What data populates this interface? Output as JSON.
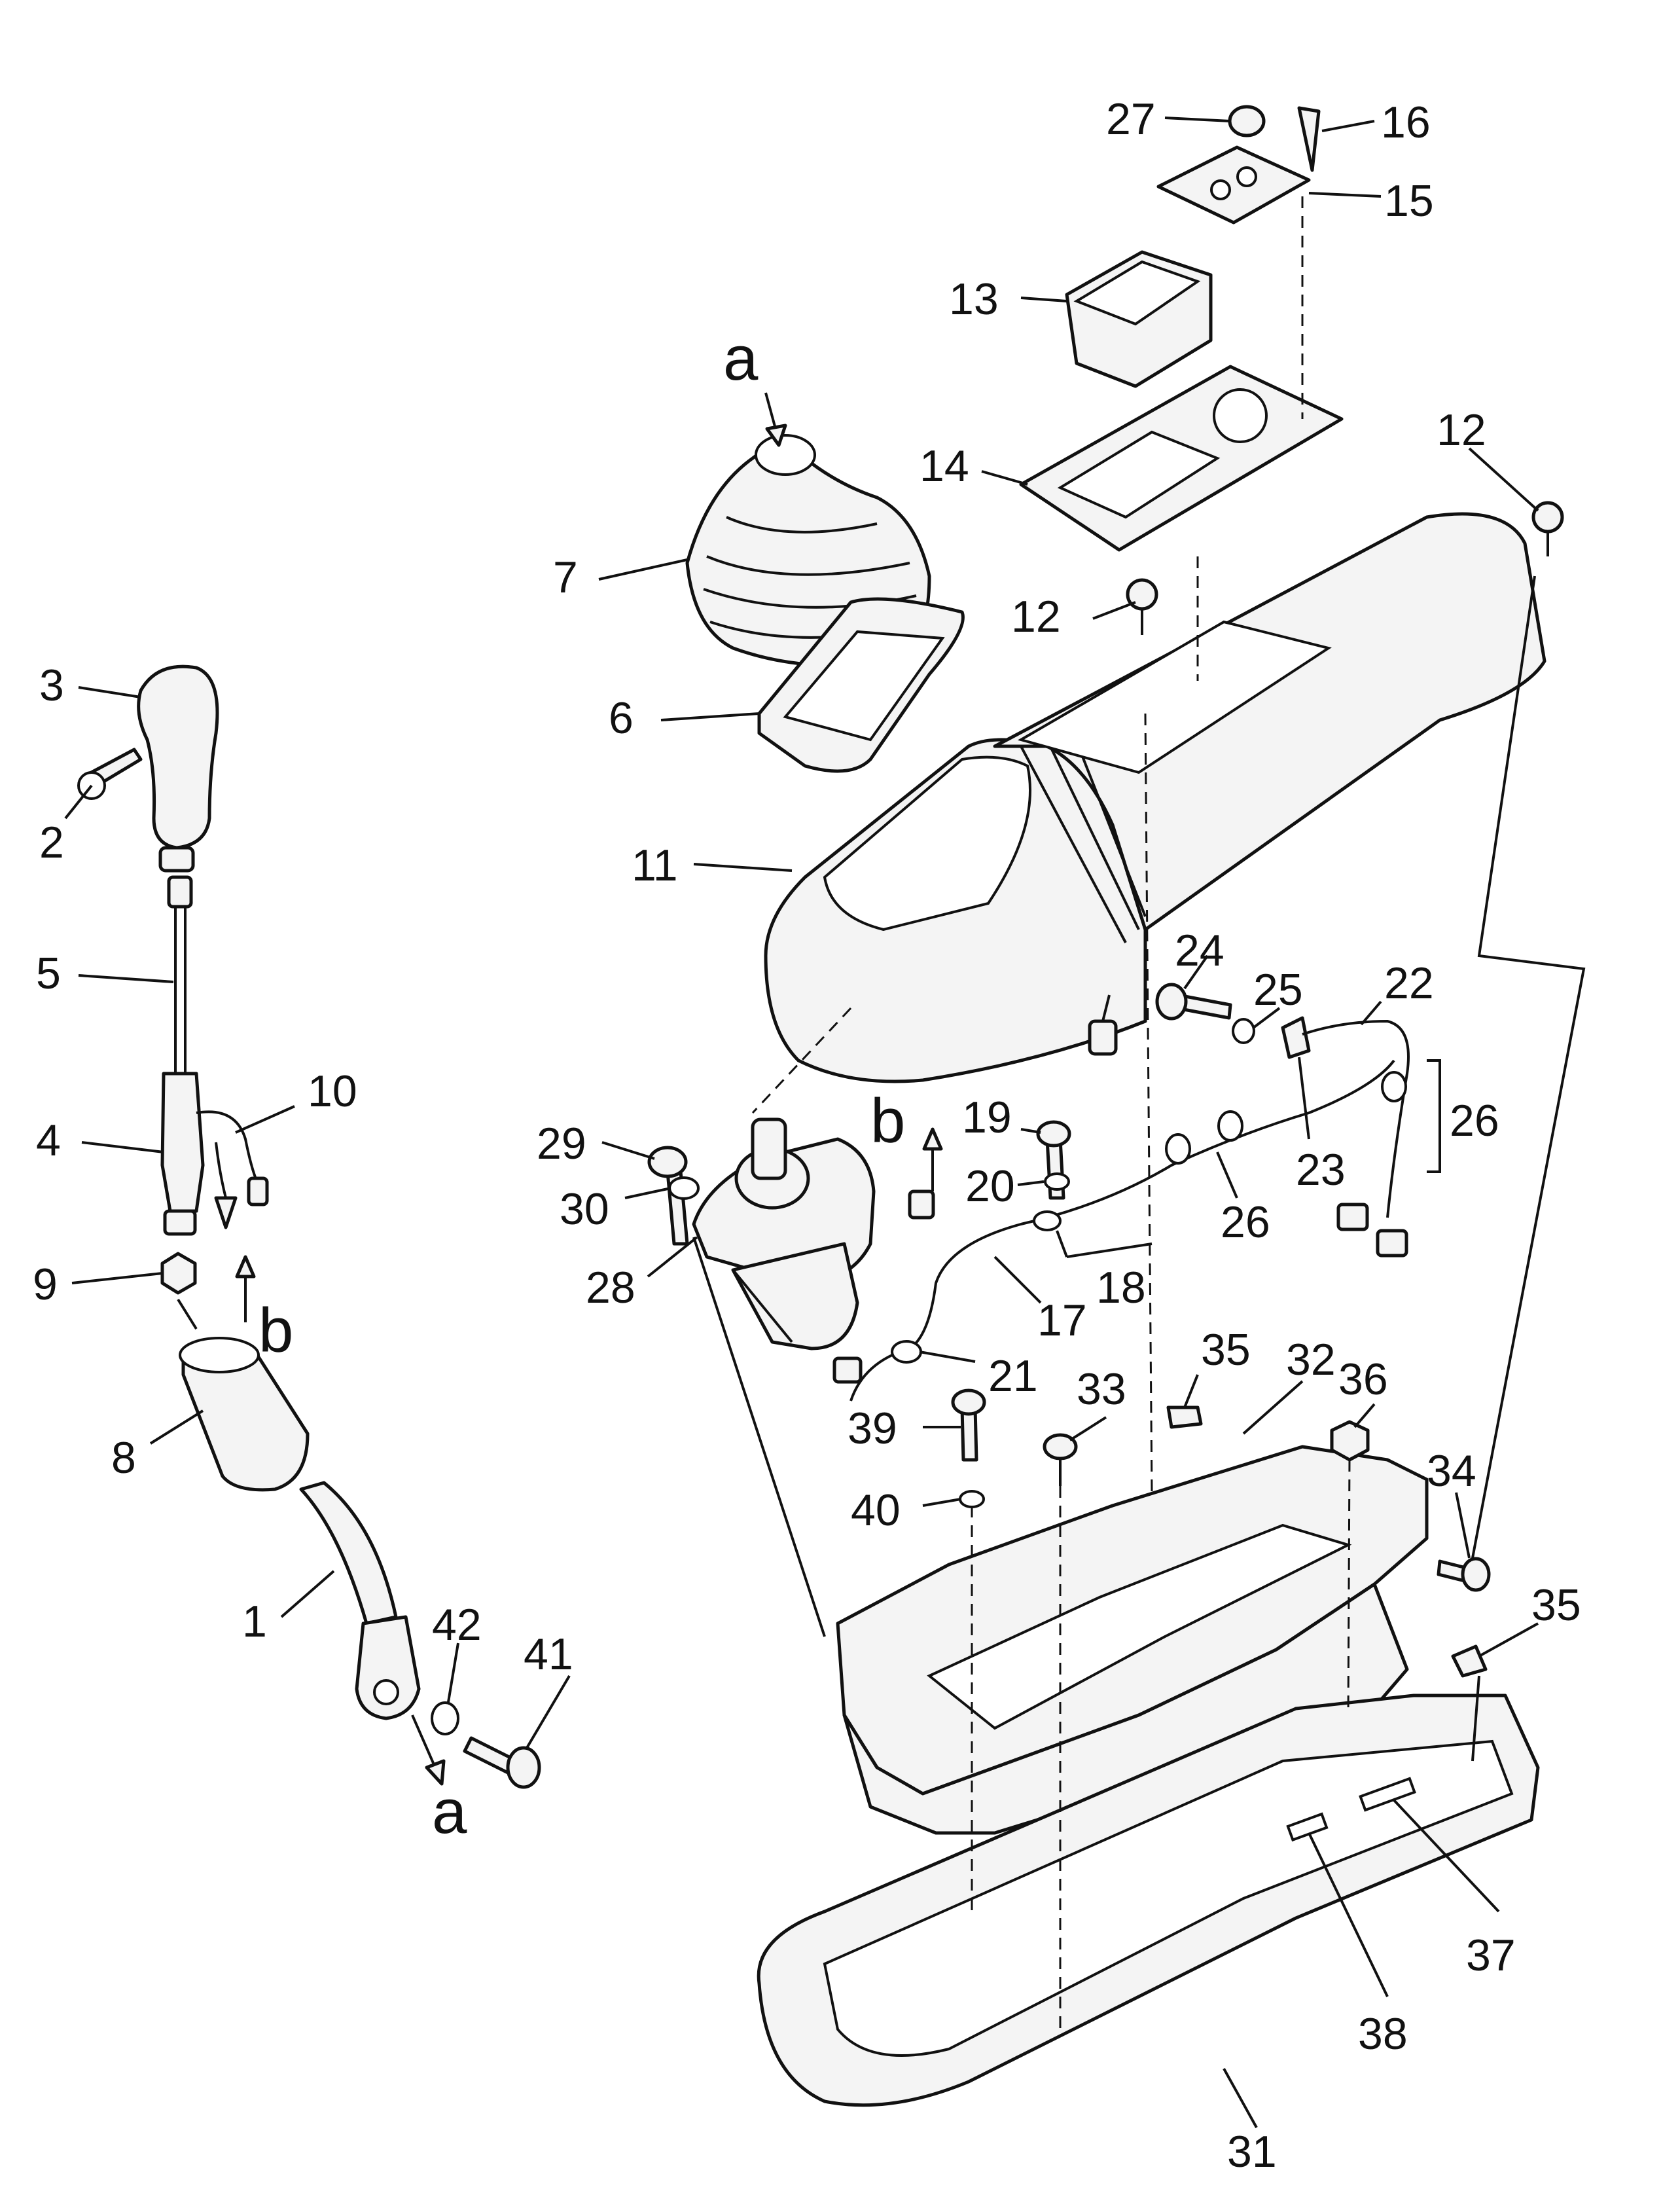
{
  "callouts": [
    {
      "id": "c1",
      "text": "1"
    },
    {
      "id": "c2",
      "text": "2"
    },
    {
      "id": "c3",
      "text": "3"
    },
    {
      "id": "c4",
      "text": "4"
    },
    {
      "id": "c5",
      "text": "5"
    },
    {
      "id": "c6",
      "text": "6"
    },
    {
      "id": "c7",
      "text": "7"
    },
    {
      "id": "c8",
      "text": "8"
    },
    {
      "id": "c9",
      "text": "9"
    },
    {
      "id": "c10",
      "text": "10"
    },
    {
      "id": "c11",
      "text": "11"
    },
    {
      "id": "c12a",
      "text": "12"
    },
    {
      "id": "c12b",
      "text": "12"
    },
    {
      "id": "c13",
      "text": "13"
    },
    {
      "id": "c14",
      "text": "14"
    },
    {
      "id": "c15",
      "text": "15"
    },
    {
      "id": "c16",
      "text": "16"
    },
    {
      "id": "c17",
      "text": "17"
    },
    {
      "id": "c18",
      "text": "18"
    },
    {
      "id": "c19",
      "text": "19"
    },
    {
      "id": "c20",
      "text": "20"
    },
    {
      "id": "c21",
      "text": "21"
    },
    {
      "id": "c22",
      "text": "22"
    },
    {
      "id": "c23",
      "text": "23"
    },
    {
      "id": "c24",
      "text": "24"
    },
    {
      "id": "c25",
      "text": "25"
    },
    {
      "id": "c26a",
      "text": "26"
    },
    {
      "id": "c26b",
      "text": "26"
    },
    {
      "id": "c27",
      "text": "27"
    },
    {
      "id": "c28",
      "text": "28"
    },
    {
      "id": "c29",
      "text": "29"
    },
    {
      "id": "c30",
      "text": "30"
    },
    {
      "id": "c31",
      "text": "31"
    },
    {
      "id": "c32",
      "text": "32"
    },
    {
      "id": "c33",
      "text": "33"
    },
    {
      "id": "c34",
      "text": "34"
    },
    {
      "id": "c35a",
      "text": "35"
    },
    {
      "id": "c35b",
      "text": "35"
    },
    {
      "id": "c36",
      "text": "36"
    },
    {
      "id": "c37",
      "text": "37"
    },
    {
      "id": "c38",
      "text": "38"
    },
    {
      "id": "c39",
      "text": "39"
    },
    {
      "id": "c40",
      "text": "40"
    },
    {
      "id": "c41",
      "text": "41"
    },
    {
      "id": "c42",
      "text": "42"
    }
  ],
  "reference_marks": [
    {
      "id": "ra_top",
      "text": "a"
    },
    {
      "id": "ra_bottom",
      "text": "a"
    },
    {
      "id": "rb_left",
      "text": "b"
    },
    {
      "id": "rb_mid",
      "text": "b"
    }
  ]
}
